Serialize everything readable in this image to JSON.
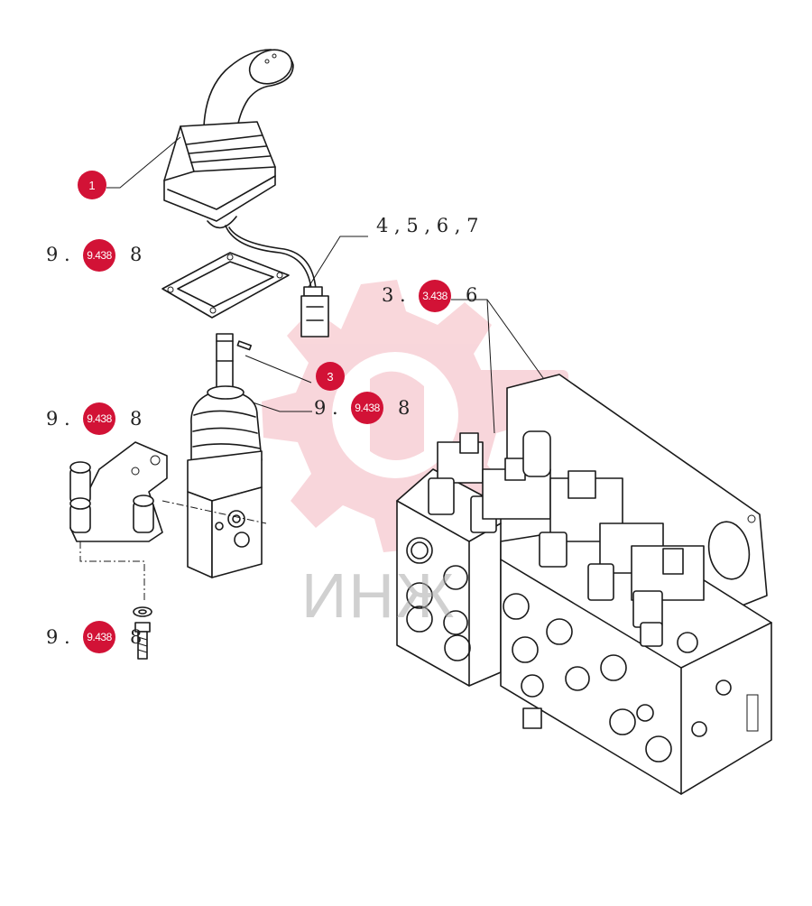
{
  "callouts": {
    "part_1": "1",
    "part_3": "3",
    "ref_4567": "4 , 5 , 6 , 7",
    "ref_gasket": {
      "prefix": "9 .",
      "badge": "9.438",
      "suffix": "8"
    },
    "ref_valve_top": {
      "prefix": "3 .",
      "badge": "3.438",
      "suffix": "6"
    },
    "ref_boot": {
      "prefix": "9 .",
      "badge": "9.438",
      "suffix": "8"
    },
    "ref_bracket": {
      "prefix": "9 .",
      "badge": "9.438",
      "suffix": "8"
    },
    "ref_bolt": {
      "prefix": "9 .",
      "badge": "9.438",
      "suffix": "8"
    }
  },
  "watermark": {
    "text": "ИНЖ",
    "color": "#f3b3bb"
  },
  "colors": {
    "badge": "#d21236",
    "line": "#1a1a1a"
  }
}
